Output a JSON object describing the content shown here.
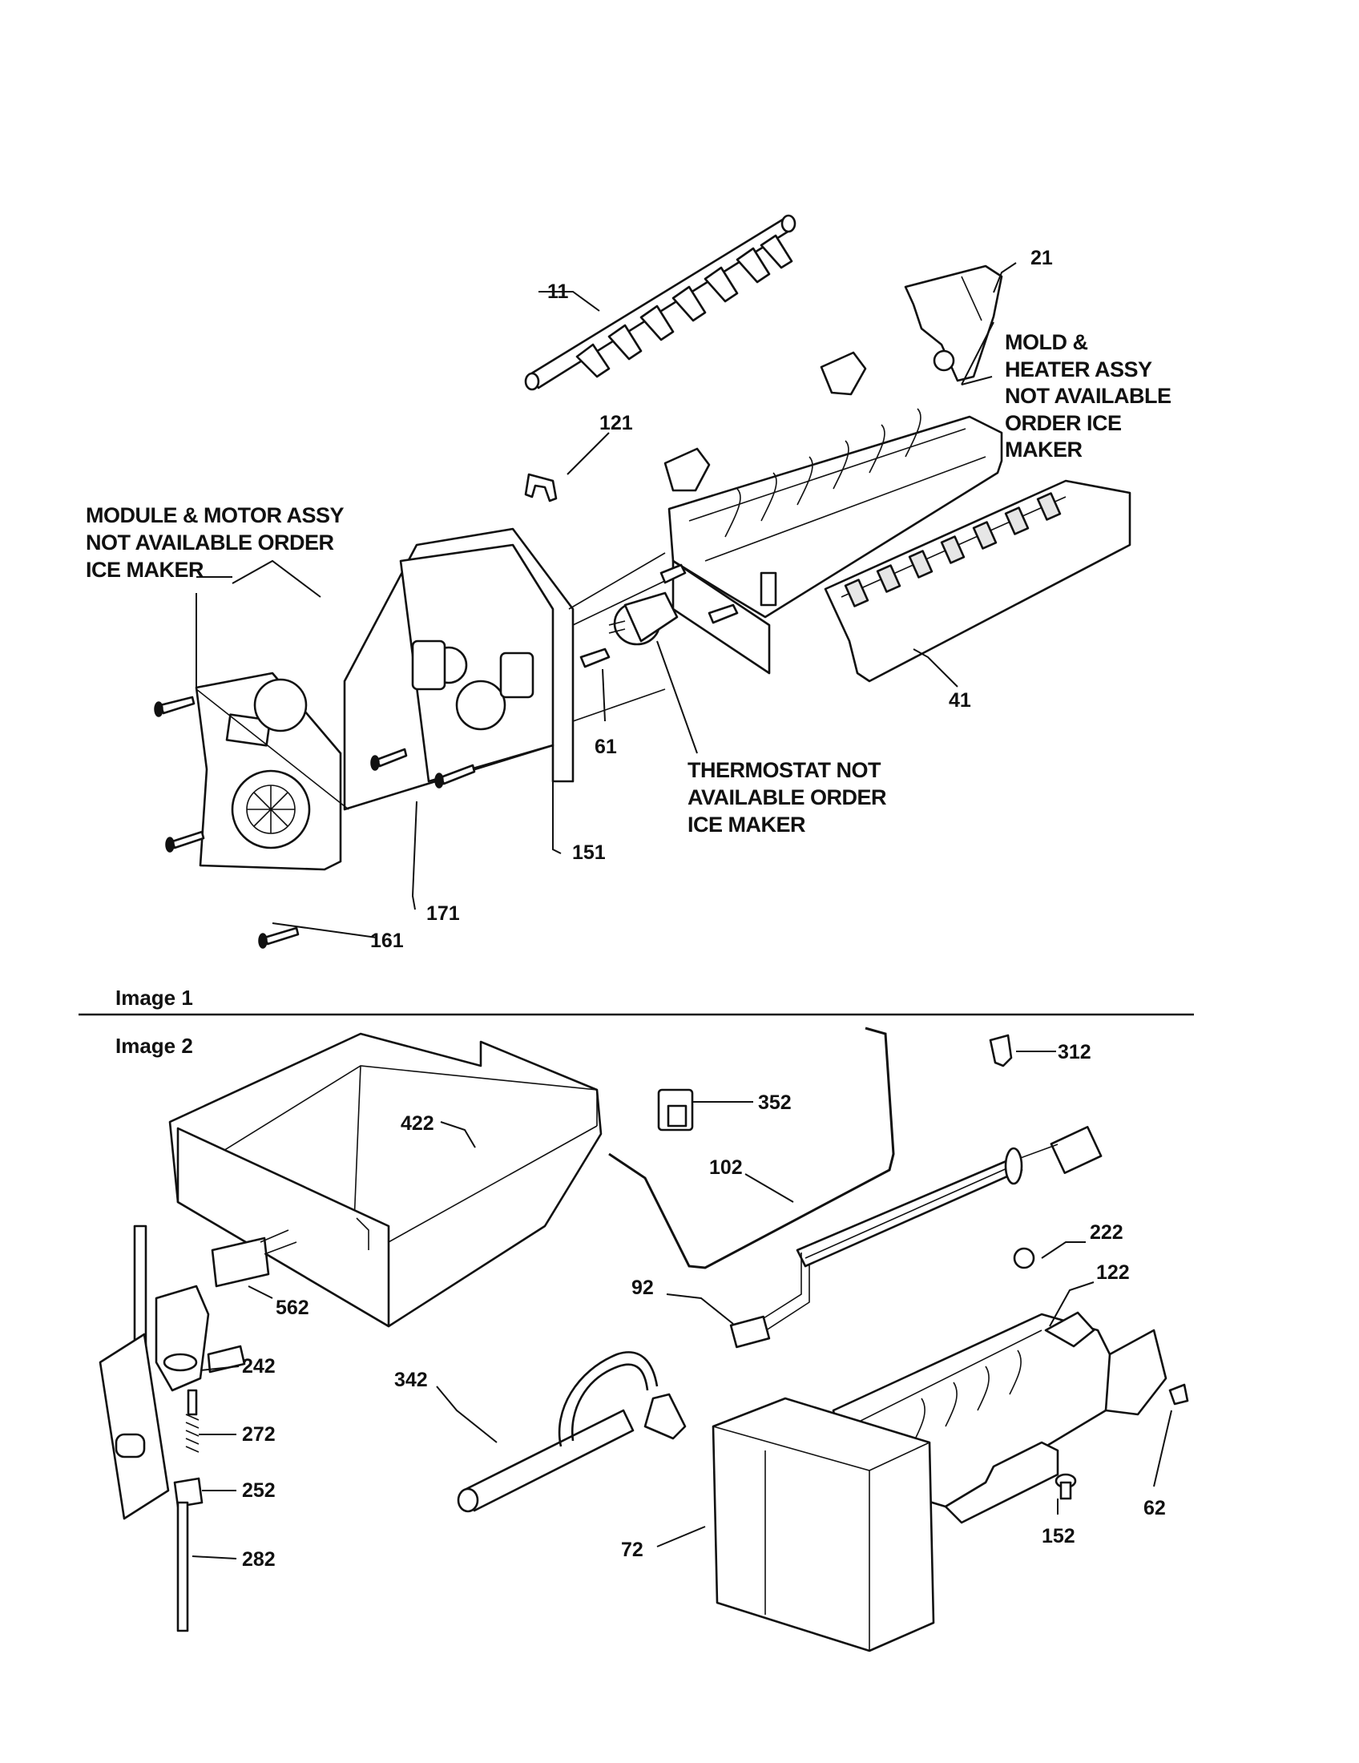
{
  "sections": {
    "image1": "Image 1",
    "image2": "Image 2"
  },
  "notes": {
    "module_line1": "MODULE & MOTOR ASSY",
    "module_line2": "NOT AVAILABLE ORDER",
    "module_line3": "ICE MAKER",
    "mold_line1": "MOLD &",
    "mold_line2": "HEATER ASSY",
    "mold_line3": "NOT AVAILABLE",
    "mold_line4": "ORDER ICE",
    "mold_line5": "MAKER",
    "thermo_line1": "THERMOSTAT NOT",
    "thermo_line2": "AVAILABLE ORDER",
    "thermo_line3": "ICE MAKER"
  },
  "image1_parts": {
    "p11": "11",
    "p21": "21",
    "p121": "121",
    "p41": "41",
    "p61": "61",
    "p151": "151",
    "p171": "171",
    "p161": "161"
  },
  "image2_parts": {
    "p312": "312",
    "p352": "352",
    "p422": "422",
    "p102": "102",
    "p222": "222",
    "p122": "122",
    "p92": "92",
    "p562": "562",
    "p242": "242",
    "p342": "342",
    "p272": "272",
    "p252": "252",
    "p282": "282",
    "p72": "72",
    "p152": "152",
    "p62": "62"
  }
}
